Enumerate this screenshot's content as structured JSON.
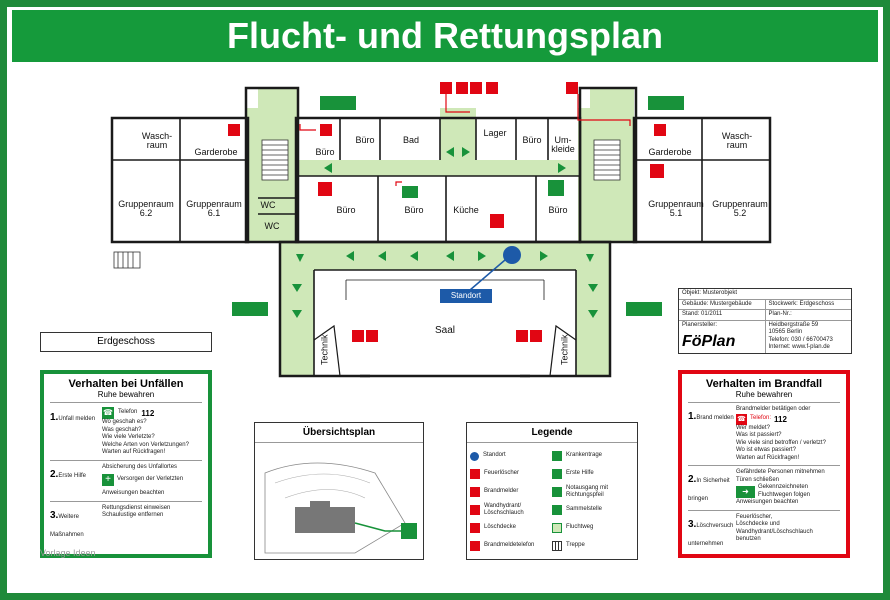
{
  "title": "Flucht- und Rettungsplan",
  "floor_label": "Erdgeschoss",
  "rooms": {
    "waschraum_left": "Wasch-\nraum",
    "garderobe_left": "Garderobe",
    "gruppenraum_62": "Gruppenraum\n6.2",
    "gruppenraum_61": "Gruppenraum\n6.1",
    "wc1": "WC",
    "wc2": "WC",
    "buero1": "Büro",
    "buero2": "Büro",
    "bad": "Bad",
    "lager": "Lager",
    "buero3": "Büro",
    "umkleide": "Um-\nkleide",
    "buero4": "Büro",
    "buero5": "Büro",
    "kueche": "Küche",
    "buero6": "Büro",
    "garderobe_right": "Garderobe",
    "waschraum_right": "Wasch-\nraum",
    "gruppenraum_51": "Gruppenraum\n5.1",
    "gruppenraum_52": "Gruppenraum\n5.2",
    "saal": "Saal",
    "technik_left": "Technik",
    "technik_right": "Technik"
  },
  "standort": "Standort",
  "info_box": {
    "objekt": "Objekt: Musterobjekt",
    "gebaeude": "Gebäude: Mustergebäude",
    "stockwerk": "Stockwerk: Erdgeschoss",
    "stand": "Stand: 01/2011",
    "plan_nr": "Plan-Nr.:",
    "planersteller": "Planersteller:",
    "address1": "Heidbergstraße 59",
    "address2": "10565 Berlin",
    "phone": "Telefon: 030 / 66700473",
    "web": "Internet: www.f-plan.de",
    "logo": "FöPlan"
  },
  "unfall_panel": {
    "title": "Verhalten bei Unfällen",
    "subtitle": "Ruhe bewahren",
    "step1_label": "Unfall melden",
    "telefon_label": "Telefon",
    "telefon": "112",
    "step1_lines": [
      "Wo geschah es?",
      "Was geschah?",
      "Wie viele Verletzte?",
      "Welche Arten von Verletzungen?",
      "Warten auf Rückfragen!"
    ],
    "step2_label": "Erste Hilfe",
    "step2_lines": [
      "Absicherung des Unfallortes",
      "Versorgen der Verletzten",
      "Anweisungen beachten"
    ],
    "step3_label": "Weitere Maßnahmen",
    "step3_lines": [
      "Rettungsdienst einweisen",
      "Schaulustige entfernen"
    ]
  },
  "brand_panel": {
    "title": "Verhalten im Brandfall",
    "subtitle": "Ruhe bewahren",
    "step1_label": "Brand melden",
    "step1_a": "Brandmelder betätigen oder",
    "telefon_label": "Telefon:",
    "telefon": "112",
    "step1_lines": [
      "Wer meldet?",
      "Was ist passiert?",
      "Wie viele sind betroffen / verletzt?",
      "Wo ist etwas passiert?",
      "Warten auf Rückfragen!"
    ],
    "step2_label": "In Sicherheit bringen",
    "step2_lines": [
      "Gefährdete Personen mitnehmen",
      "Türen schließen",
      "Gekennzeichneten Fluchtwegen folgen",
      "Anweisungen beachten"
    ],
    "step3_label": "Löschversuch unternehmen",
    "step3_lines": [
      "Feuerlöscher,",
      "Löschdecke und",
      "Wandhydrant/Löschschlauch",
      "benutzen"
    ]
  },
  "uebersicht_title": "Übersichtsplan",
  "legende": {
    "title": "Legende",
    "items_left": [
      "Standort",
      "Feuerlöscher",
      "Brandmelder",
      "Wandhydrant/\nLöschschlauch",
      "Löschdecke",
      "Brandmeldetelefon"
    ],
    "items_right": [
      "Krankentrage",
      "Erste Hilfe",
      "Notausgang mit\nRichtungspfeil",
      "Sammelstelle",
      "Fluchtweg",
      "Treppe"
    ]
  },
  "watermark": "Vorlage Ideen",
  "colors": {
    "green": "#159a3b",
    "red": "#e10613",
    "route": "#cfe8b8",
    "wall": "#1a1a1a"
  }
}
